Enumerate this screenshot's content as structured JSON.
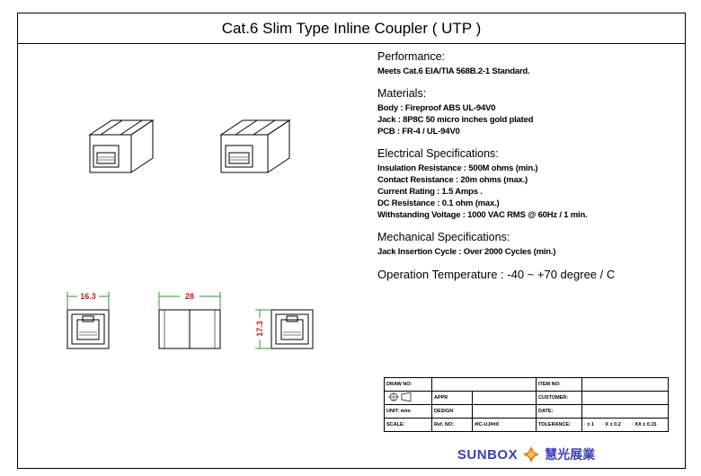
{
  "title": "Cat.6 Slim Type Inline Coupler ( UTP )",
  "sections": [
    {
      "heading": "Performance:",
      "lines": [
        "Meets Cat.6 EIA/TIA 568B.2-1 Standard."
      ]
    },
    {
      "heading": "Materials:",
      "lines": [
        "Body : Fireproof ABS UL-94V0",
        "Jack : 8P8C 50 micro inches gold plated",
        "PCB : FR-4 / UL-94V0"
      ]
    },
    {
      "heading": "Electrical Specifications:",
      "lines": [
        "Insulation Resistance : 500M ohms (min.)",
        "Contact Resistance : 20m ohms (max.)",
        "Current Rating : 1.5 Amps .",
        "DC Resistance : 0.1 ohm (max.)",
        "Withstanding Voltage : 1000 VAC RMS @ 60Hz / 1 min."
      ]
    },
    {
      "heading": "Mechanical Specifications:",
      "lines": [
        "Jack Insertion Cycle : Over 2000 Cycles (min.)"
      ]
    }
  ],
  "operation": "Operation Temperature : -40 ~ +70 degree / C",
  "dimensions": {
    "width": "16.3",
    "length": "28",
    "height": "17.3"
  },
  "title_block": {
    "draw_no": "DRAW NO:",
    "item_no": "ITEM NO:",
    "appr": "APPR",
    "customer": "CUSTOMER:",
    "unit": "UNIT:",
    "unit_val": "m/m",
    "design": "DESIGN",
    "date": "DATE:",
    "scale": "SCALE:",
    "ref_no": "Ref. NO:",
    "ref_val": "#IC-UJ##X",
    "tolerance": "TOLERANCE:",
    "tol1": "· ± 1",
    "tol2": "· X ± 0.2",
    "tol3": "· XX ± 0.15"
  },
  "brand": {
    "name": "SUNBOX",
    "cn": "慧光展業",
    "color": "#3b3fb8",
    "accent": "#e8701a"
  }
}
